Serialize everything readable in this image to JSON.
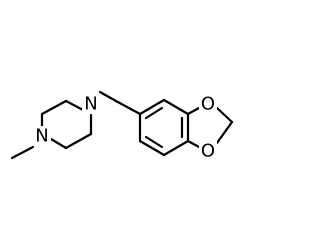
{
  "molecule": {
    "atoms": {
      "n_methyl": "N",
      "n_benzyl": "N",
      "o_upper": "O",
      "o_lower": "O"
    }
  }
}
